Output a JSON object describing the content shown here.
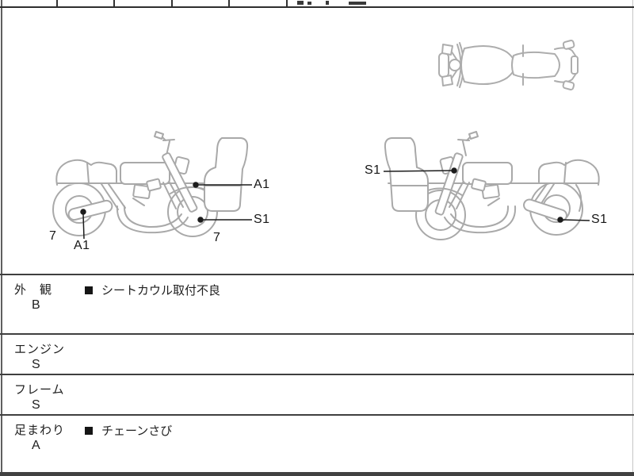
{
  "page": {
    "background": "#ffffff",
    "type": "motorcycle-auction-inspection-sheet"
  },
  "colors": {
    "diagram_outline": "#a9a9a9",
    "annotation": "#1c1c1c",
    "table_border": "#3f3f3f",
    "bottom_bar": "#414141"
  },
  "callouts": {
    "left_fork_a1": "A1",
    "left_front_wheel_s1": "S1",
    "left_rear_7": "7",
    "left_muffler_a1": "A1",
    "left_front_7": "7",
    "right_fork_s1": "S1",
    "right_rear_wheel_s1": "S1"
  },
  "condition_table": {
    "rows": [
      {
        "category": "外　観",
        "grade": "B",
        "defect": "シートカウル取付不良"
      },
      {
        "category": "エンジン",
        "grade": "S",
        "defect": ""
      },
      {
        "category": "フレーム",
        "grade": "S",
        "defect": ""
      },
      {
        "category": "足まわり",
        "grade": "A",
        "defect": "チェーンさび"
      }
    ]
  }
}
